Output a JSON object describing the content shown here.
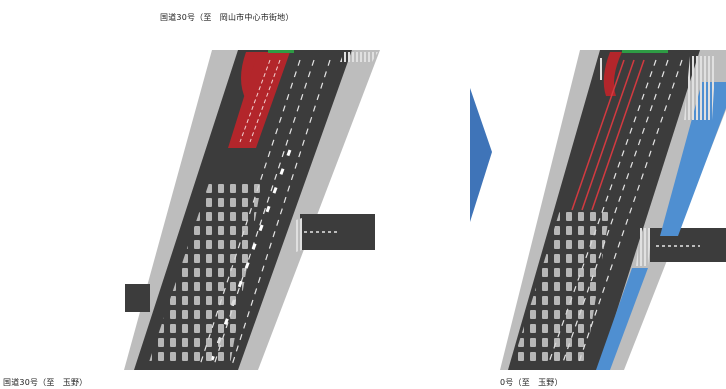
{
  "labels": {
    "top": "国道30号（至　岡山市中心市街地）",
    "bottom_left": "国道30号（至　玉野）",
    "bottom_right": "0号（至　玉野）"
  },
  "colors": {
    "road": "#3c3c3c",
    "shoulder": "#bdbdbd",
    "red_lane": "#b3262b",
    "blue_area": "#4f8fd1",
    "arrow": "#3f74b8",
    "green_band": "#2e9c44"
  }
}
